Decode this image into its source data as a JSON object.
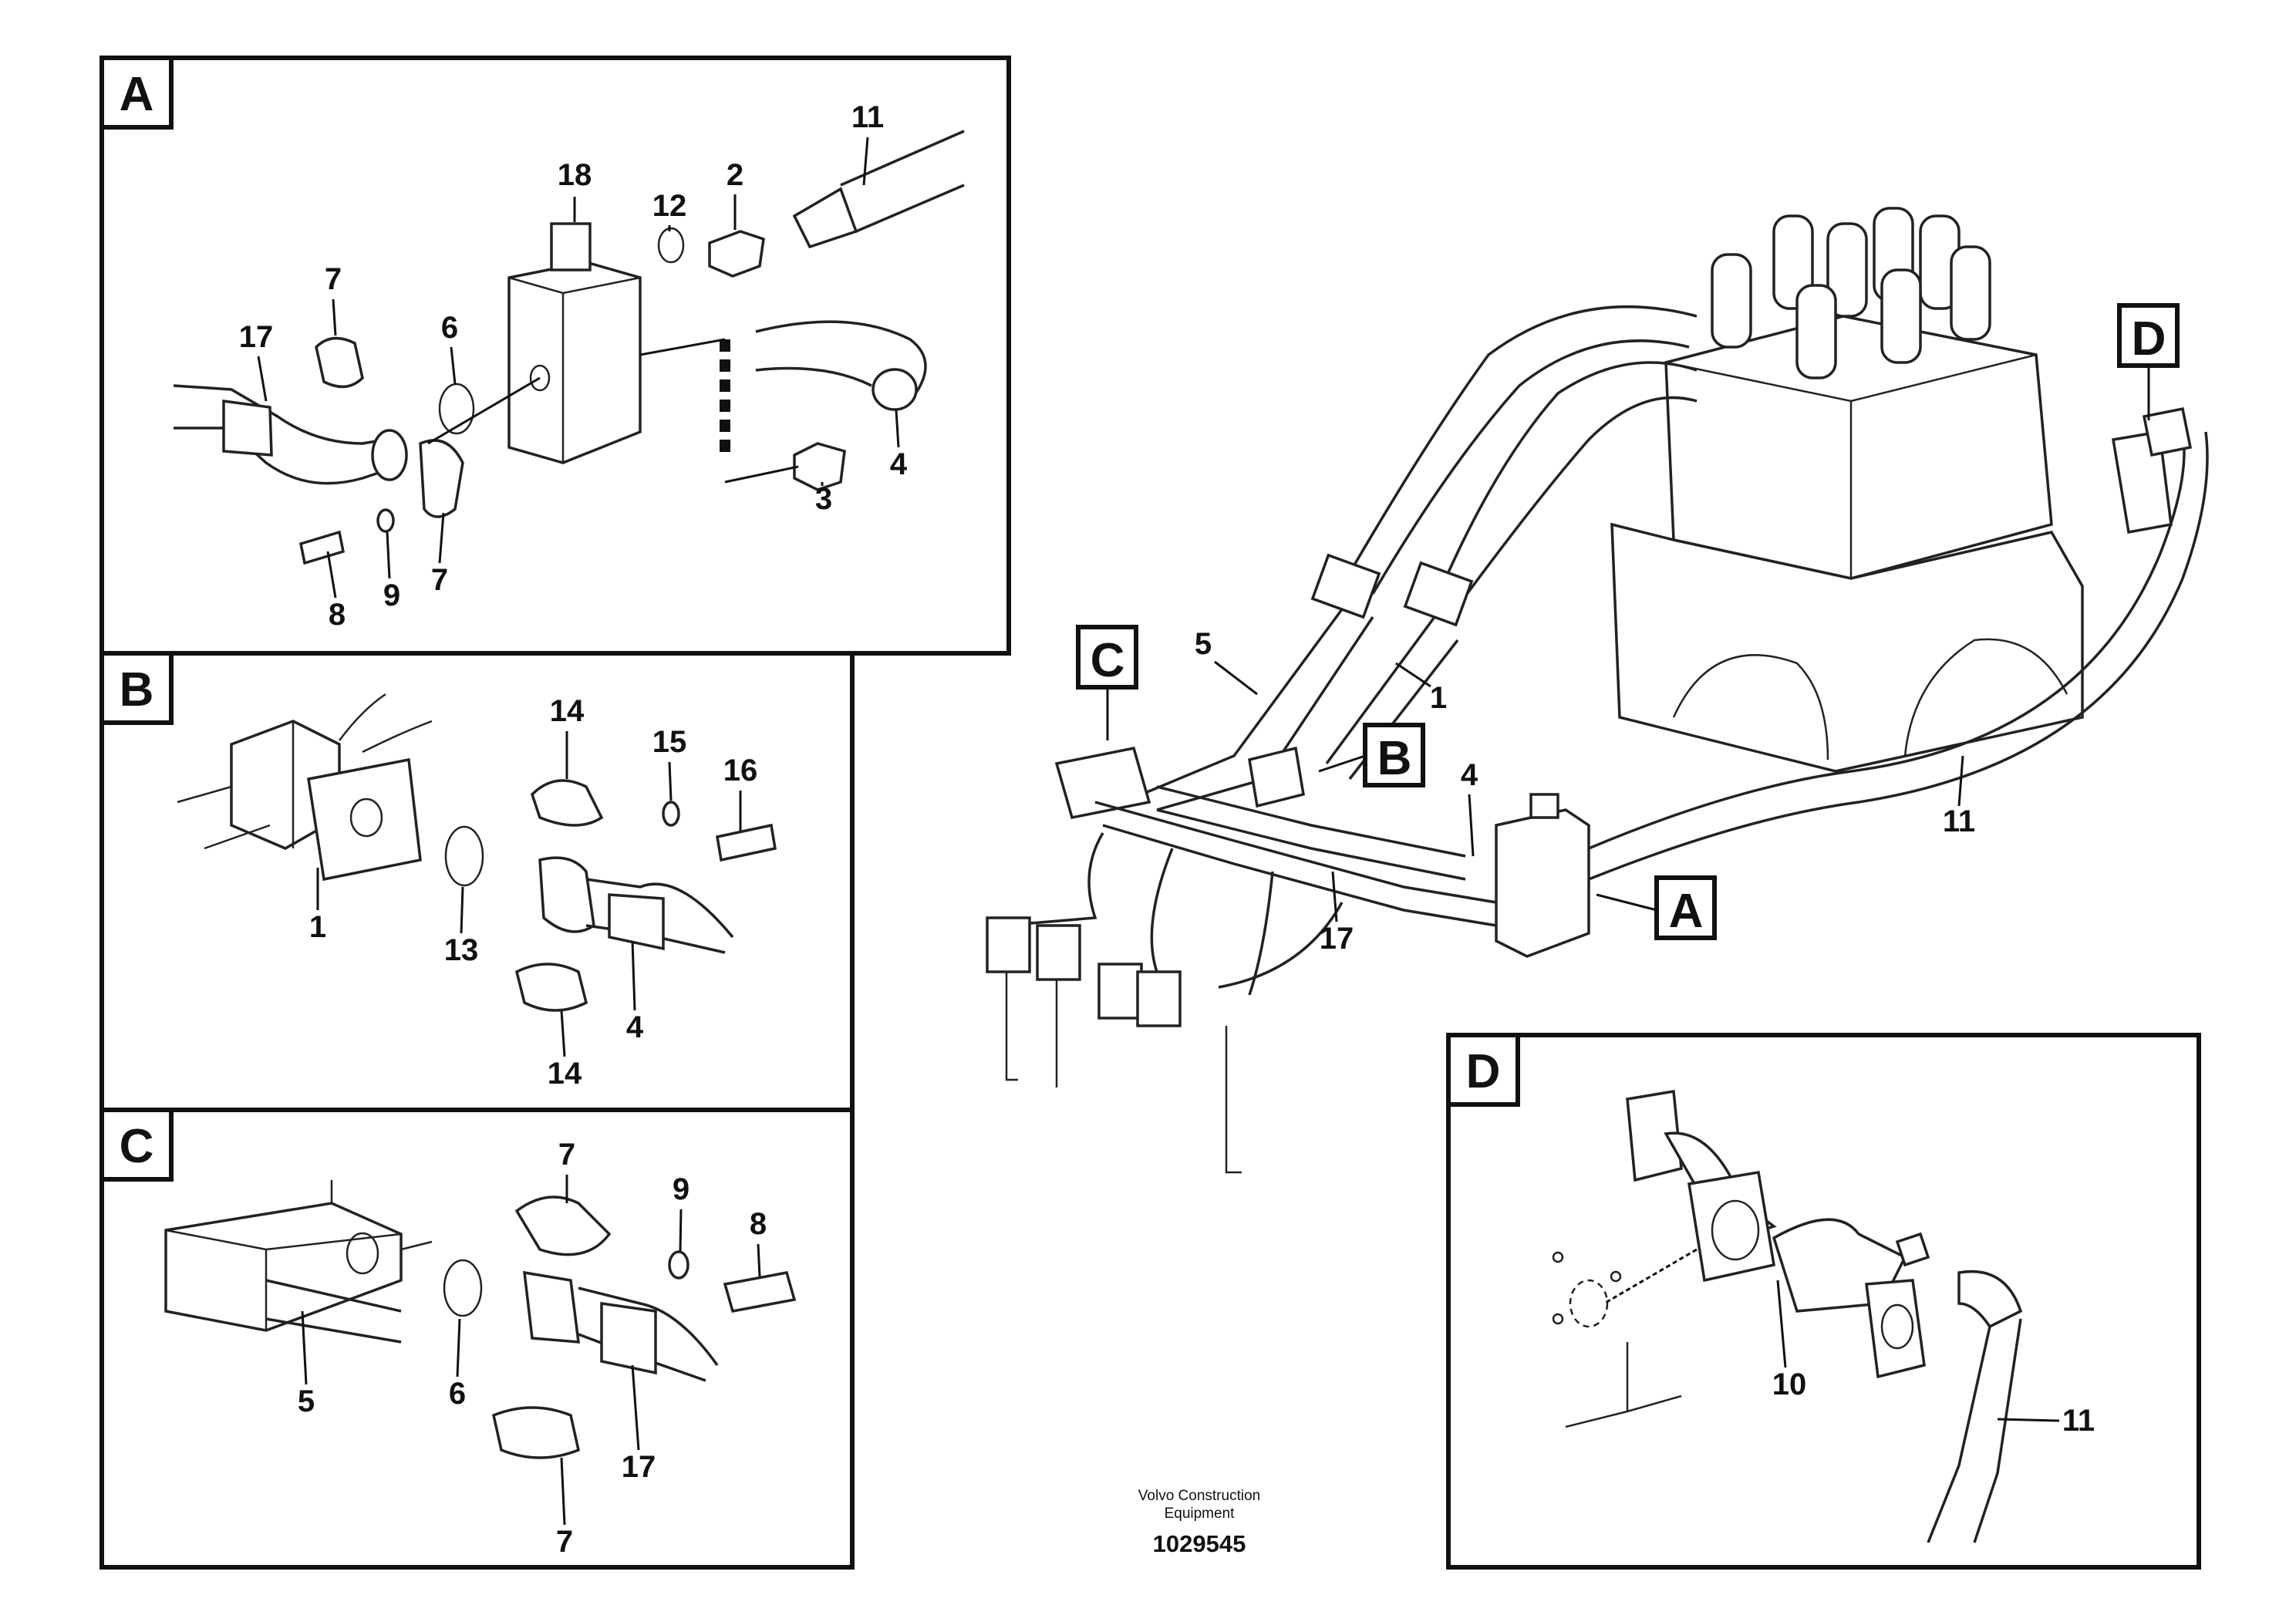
{
  "frames": {
    "A": {
      "letter": "A"
    },
    "B": {
      "letter": "B"
    },
    "C": {
      "letter": "C"
    },
    "D": {
      "letter": "D"
    }
  },
  "main_tags": {
    "A": "A",
    "B": "B",
    "C": "C",
    "D": "D"
  },
  "labels": {
    "a18": "18",
    "a12": "12",
    "a2": "2",
    "a11": "11",
    "a7top": "7",
    "a17": "17",
    "a6": "6",
    "a3": "3",
    "a4": "4",
    "a8": "8",
    "a9": "9",
    "a7bot": "7",
    "b14top": "14",
    "b15": "15",
    "b16": "16",
    "b1": "1",
    "b13": "13",
    "b4": "4",
    "b14bot": "14",
    "c7top": "7",
    "c9": "9",
    "c8": "8",
    "c5": "5",
    "c6": "6",
    "c17": "17",
    "c7bot": "7",
    "d10": "10",
    "d11": "11",
    "m5": "5",
    "m1": "1",
    "m4": "4",
    "m17": "17",
    "m11": "11"
  },
  "footer": {
    "brand_line1": "Volvo Construction",
    "brand_line2": "Equipment",
    "drawing_number": "1029545"
  }
}
